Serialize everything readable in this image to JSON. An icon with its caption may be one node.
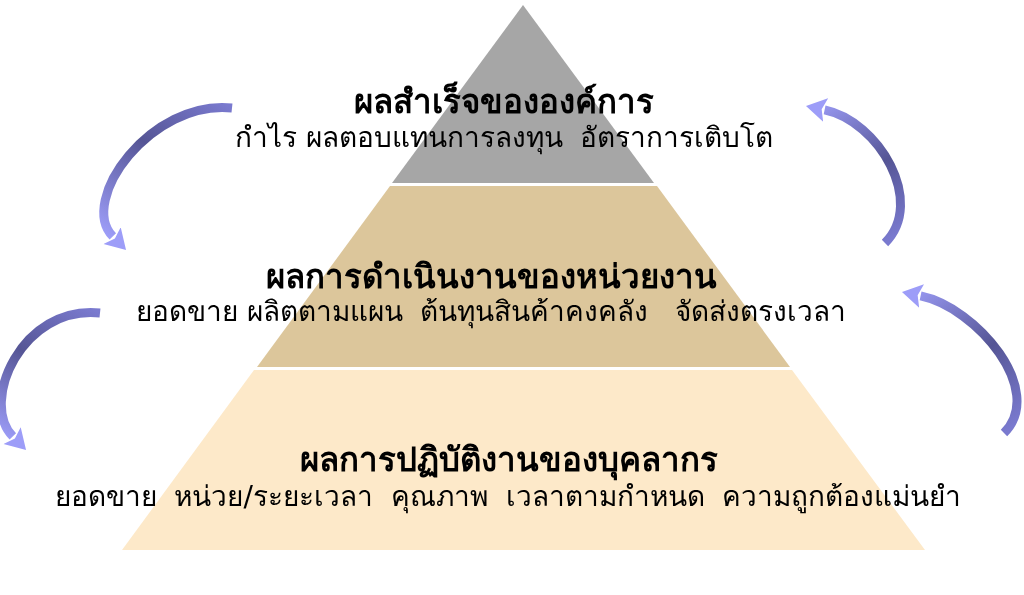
{
  "diagram": {
    "nodes": [
      {
        "text": [
          "ผลสำเร็จขององค์การ",
          "กำไร ผลตอบแทนการลงทุน  อัตราการเติบโต"
        ]
      },
      {
        "text": [
          "ผลการดำเนินงานของหน่วยงาน",
          "ยอดขาย ผลิตตามแผน  ต้นทุนสินค้าคงคลัง   จัดส่งตรงเวลา"
        ]
      },
      {
        "text": [
          "ผลการปฏิบัติงานของบุคลากร",
          "ยอดขาย  หน่วย/ระยะเวลา  คุณภาพ  เวลาตามกำหนด  ความถูกต้องแม่นยำ"
        ]
      }
    ],
    "edges": [
      {
        "from": 0,
        "to": 1,
        "arrow": "to"
      },
      {
        "from": 1,
        "to": 2,
        "arrow": "to"
      },
      {
        "from": 1,
        "to": 0,
        "arrow": "to"
      },
      {
        "from": 2,
        "to": 1,
        "arrow": "to"
      }
    ]
  }
}
